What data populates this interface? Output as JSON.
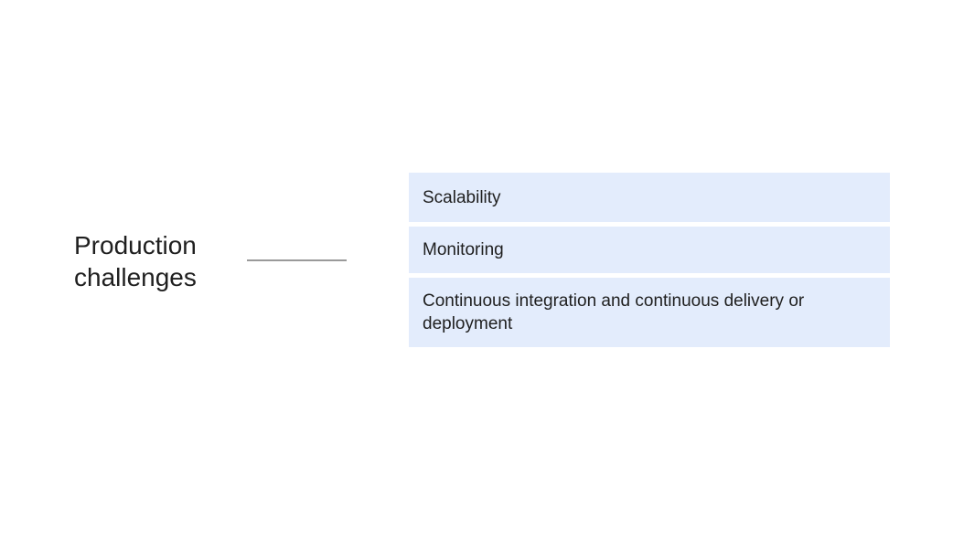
{
  "title": "Production\nchallenges",
  "items": [
    {
      "label": "Scalability"
    },
    {
      "label": "Monitoring"
    },
    {
      "label": "Continuous integration and continuous delivery or deployment"
    }
  ],
  "colors": {
    "box_background": "#e3ecfc",
    "connector": "#9a9a9a",
    "text": "#1f1f1f"
  }
}
